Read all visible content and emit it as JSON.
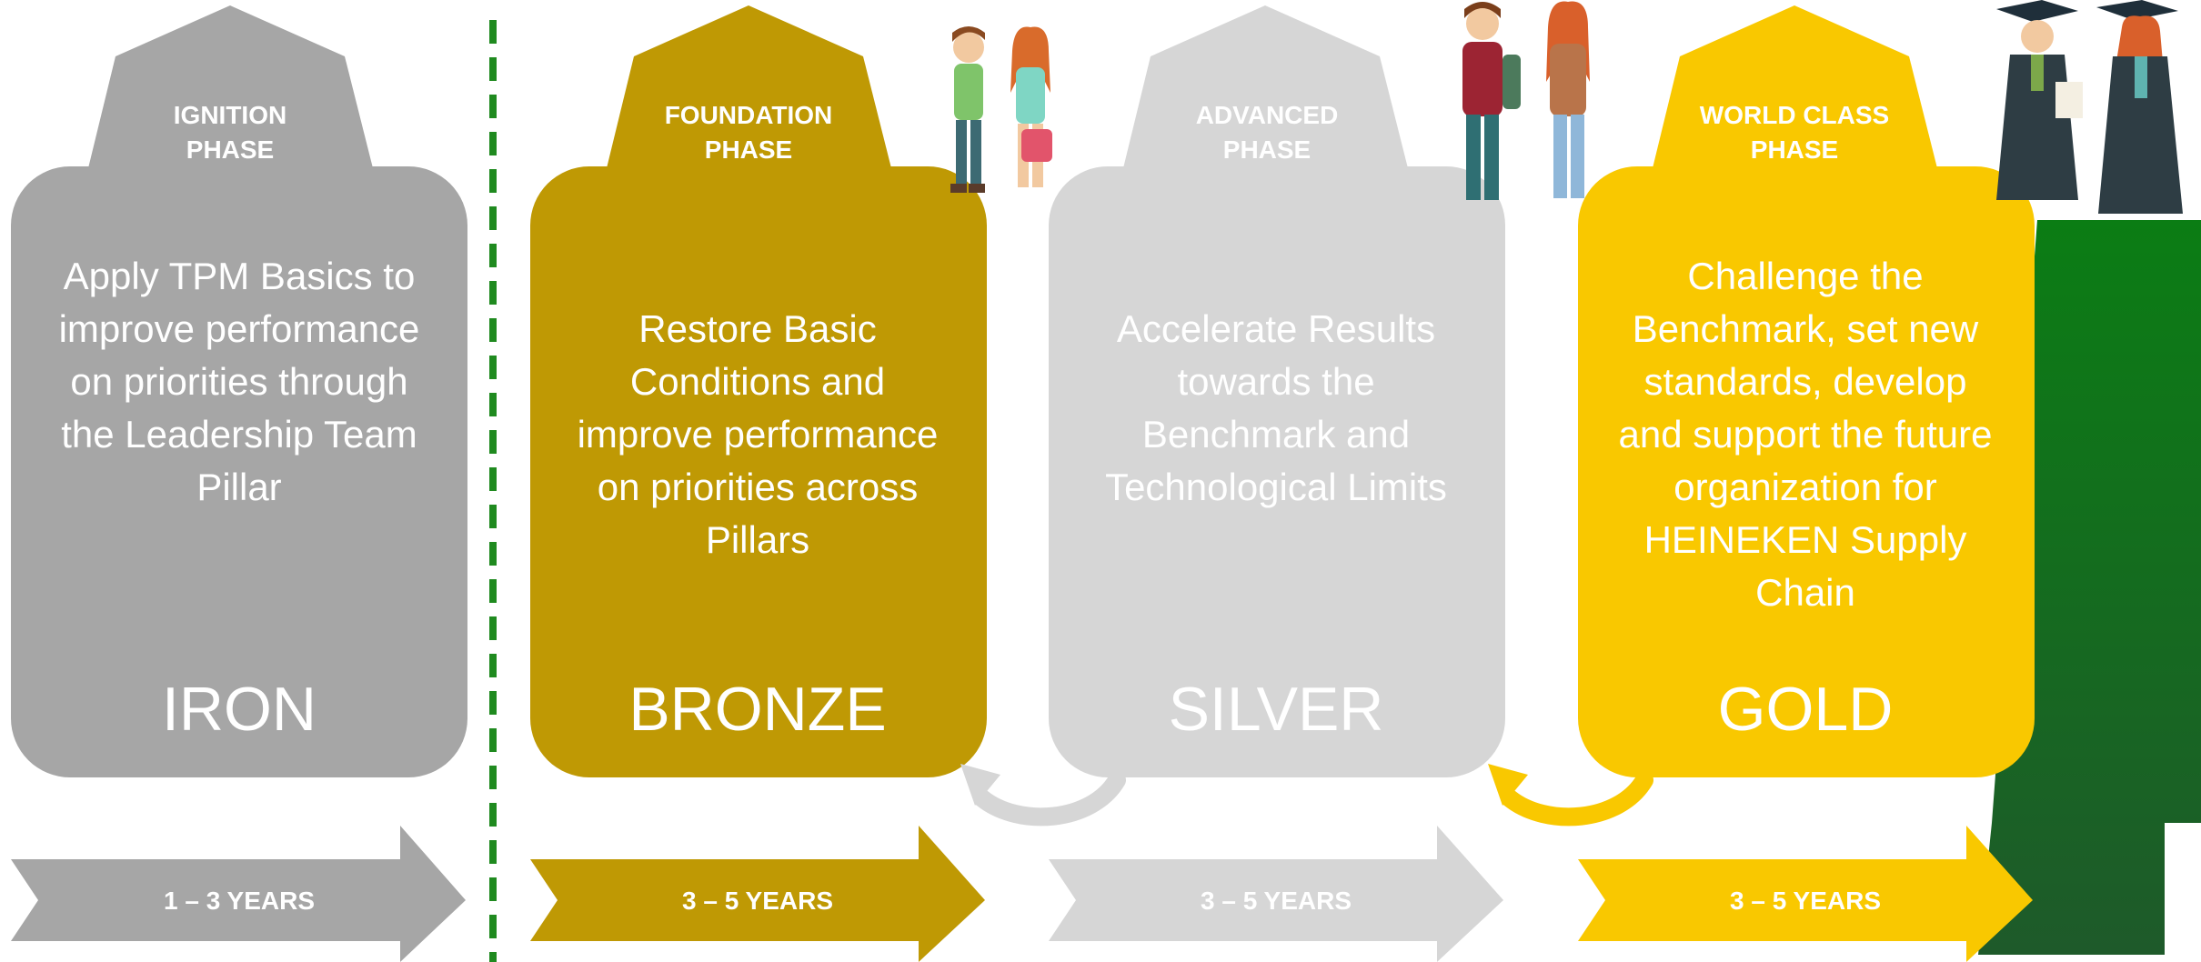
{
  "colors": {
    "iron": "#a6a6a6",
    "bronze": "#bf9904",
    "silver": "#d6d6d6",
    "gold": "#f9c800",
    "divider": "#1f8a1f",
    "green_panel_top": "#0b7d14",
    "green_panel_bottom": "#1e5a2a"
  },
  "phases": [
    {
      "id": "iron",
      "phase_line1": "IGNITION",
      "phase_line2": "PHASE",
      "description": "Apply TPM Basics to improve performance on priorities through the Leadership Team Pillar",
      "level": "IRON",
      "duration": "1 – 3 YEARS"
    },
    {
      "id": "bronze",
      "phase_line1": "FOUNDATION",
      "phase_line2": "PHASE",
      "description": "Restore Basic Conditions and improve performance on priorities across Pillars",
      "level": "BRONZE",
      "duration": "3 – 5 YEARS"
    },
    {
      "id": "silver",
      "phase_line1": "ADVANCED",
      "phase_line2": "PHASE",
      "description": "Accelerate Results towards the Benchmark and Technological Limits",
      "level": "SILVER",
      "duration": "3 – 5 YEARS"
    },
    {
      "id": "gold",
      "phase_line1": "WORLD CLASS",
      "phase_line2": "PHASE",
      "description": "Challenge the Benchmark, set new standards, develop and support the future organization for HEINEKEN Supply Chain",
      "level": "GOLD",
      "duration": "3 – 5 YEARS"
    }
  ]
}
